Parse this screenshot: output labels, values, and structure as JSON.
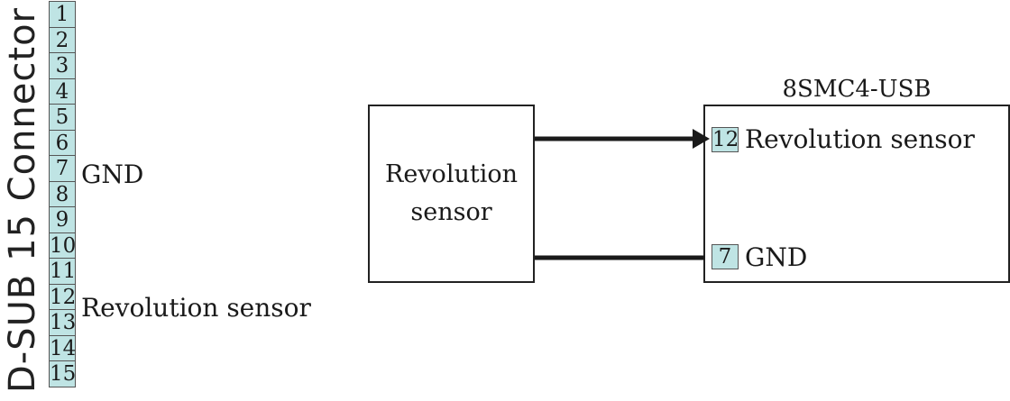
{
  "connector": {
    "title": "D-SUB 15 Connector",
    "pins": [
      "1",
      "2",
      "3",
      "4",
      "5",
      "6",
      "7",
      "8",
      "9",
      "10",
      "11",
      "12",
      "13",
      "14",
      "15"
    ],
    "labels": {
      "gnd": "GND",
      "revolution": "Revolution sensor"
    }
  },
  "sensor": {
    "line1": "Revolution",
    "line2": "sensor"
  },
  "controller": {
    "title": "8SMC4-USB",
    "pin_signal": "12",
    "label_signal": "Revolution sensor",
    "pin_gnd": "7",
    "label_gnd": "GND"
  },
  "colors": {
    "pin_fill": "#bfe4e4",
    "wire": "#1a1a1a"
  }
}
